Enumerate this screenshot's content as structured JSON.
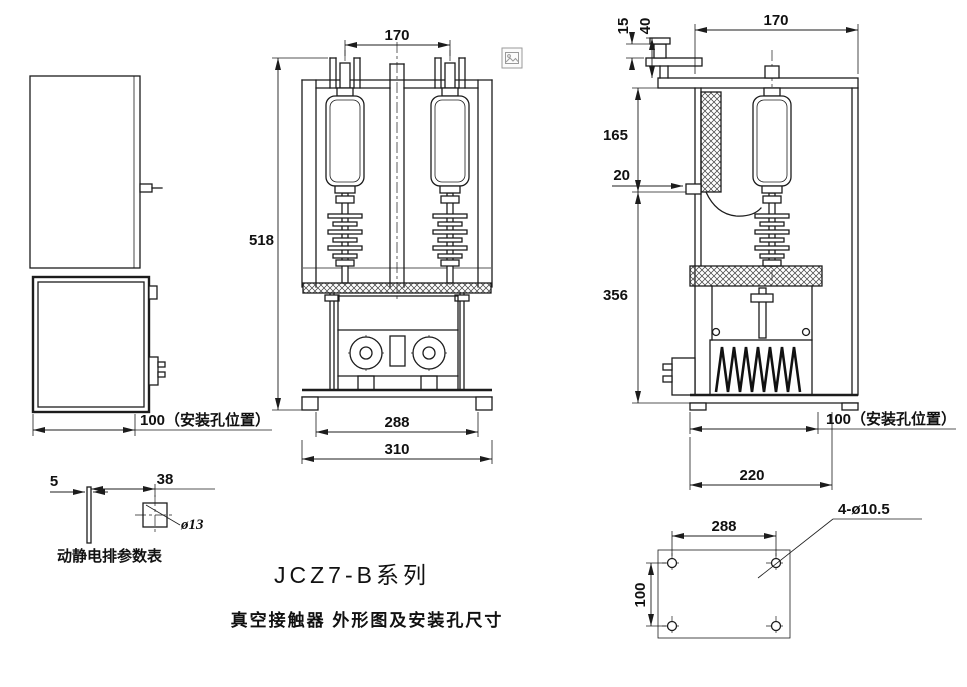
{
  "title": {
    "series": "JCZ7-B系列",
    "subtitle": "真空接触器 外形图及安装孔尺寸"
  },
  "left_view": {
    "mount_note": "100（安装孔位置）"
  },
  "front_view": {
    "pole_pitch": "170",
    "height": "518",
    "mount_width": "288",
    "base_width": "310"
  },
  "right_view": {
    "width": "170",
    "dim_15": "15",
    "dim_40": "40",
    "upper_height": "165",
    "busbar_offset": "20",
    "lower_height": "356",
    "mount_note": "100（安装孔位置）",
    "depth": "220"
  },
  "busbar_detail": {
    "thickness": "5",
    "hole_offset": "38",
    "hole_dia": "ø13",
    "label": "动静电排参数表"
  },
  "mounting_plan": {
    "pitch_x": "288",
    "pitch_y": "100",
    "holes": "4-ø10.5"
  }
}
